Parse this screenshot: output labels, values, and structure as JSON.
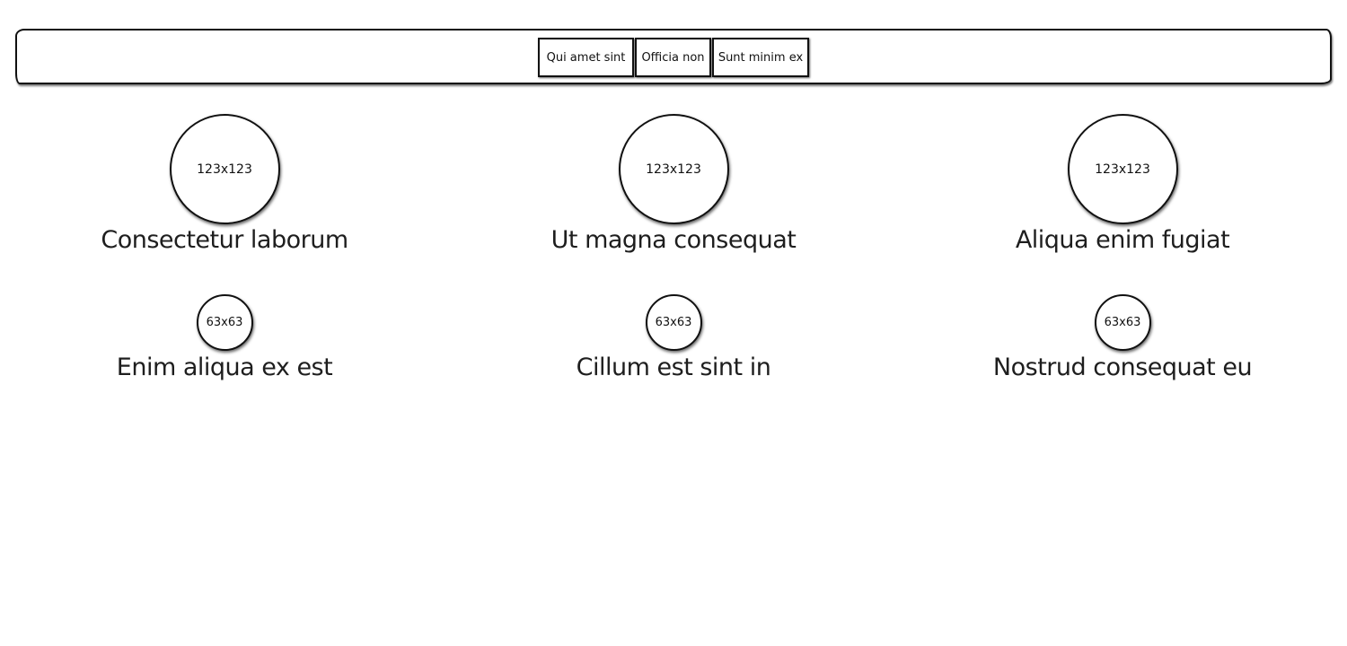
{
  "nav": {
    "buttons": [
      "Qui amet sint",
      "Officia non",
      "Sunt minim ex"
    ]
  },
  "top_row": [
    {
      "placeholder": "123x123",
      "caption": "Consectetur laborum"
    },
    {
      "placeholder": "123x123",
      "caption": "Ut magna consequat"
    },
    {
      "placeholder": "123x123",
      "caption": "Aliqua enim fugiat"
    }
  ],
  "bottom_row": [
    {
      "placeholder": "63x63",
      "caption": "Enim aliqua ex est"
    },
    {
      "placeholder": "63x63",
      "caption": "Cillum est sint in"
    },
    {
      "placeholder": "63x63",
      "caption": "Nostrud consequat eu"
    }
  ]
}
